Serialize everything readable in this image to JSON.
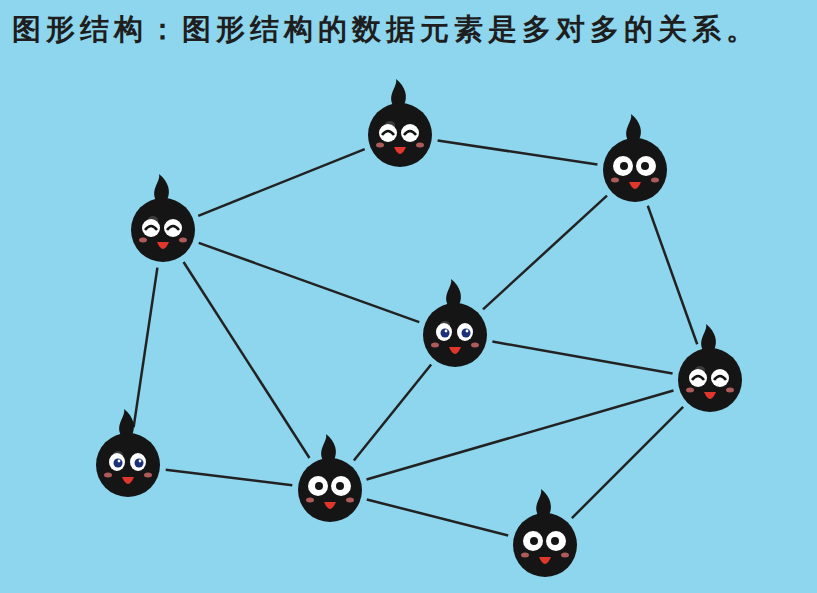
{
  "diagram": {
    "title": "图形结构：图形结构的数据元素是多对多的关系。",
    "nodes": [
      {
        "text": []
      },
      {
        "text": []
      },
      {
        "text": []
      },
      {
        "text": []
      },
      {
        "text": []
      },
      {
        "text": []
      },
      {
        "text": []
      },
      {
        "text": []
      }
    ],
    "edges": [
      {
        "from": 0,
        "to": 2,
        "arrow": "none"
      },
      {
        "from": 0,
        "to": 1,
        "arrow": "none"
      },
      {
        "from": 2,
        "to": 3,
        "arrow": "none"
      },
      {
        "from": 2,
        "to": 5,
        "arrow": "none"
      },
      {
        "from": 2,
        "to": 6,
        "arrow": "none"
      },
      {
        "from": 1,
        "to": 3,
        "arrow": "none"
      },
      {
        "from": 1,
        "to": 4,
        "arrow": "none"
      },
      {
        "from": 3,
        "to": 4,
        "arrow": "none"
      },
      {
        "from": 3,
        "to": 6,
        "arrow": "none"
      },
      {
        "from": 6,
        "to": 5,
        "arrow": "none"
      },
      {
        "from": 6,
        "to": 4,
        "arrow": "none"
      },
      {
        "from": 6,
        "to": 7,
        "arrow": "none"
      },
      {
        "from": 7,
        "to": 4,
        "arrow": "none"
      }
    ]
  }
}
